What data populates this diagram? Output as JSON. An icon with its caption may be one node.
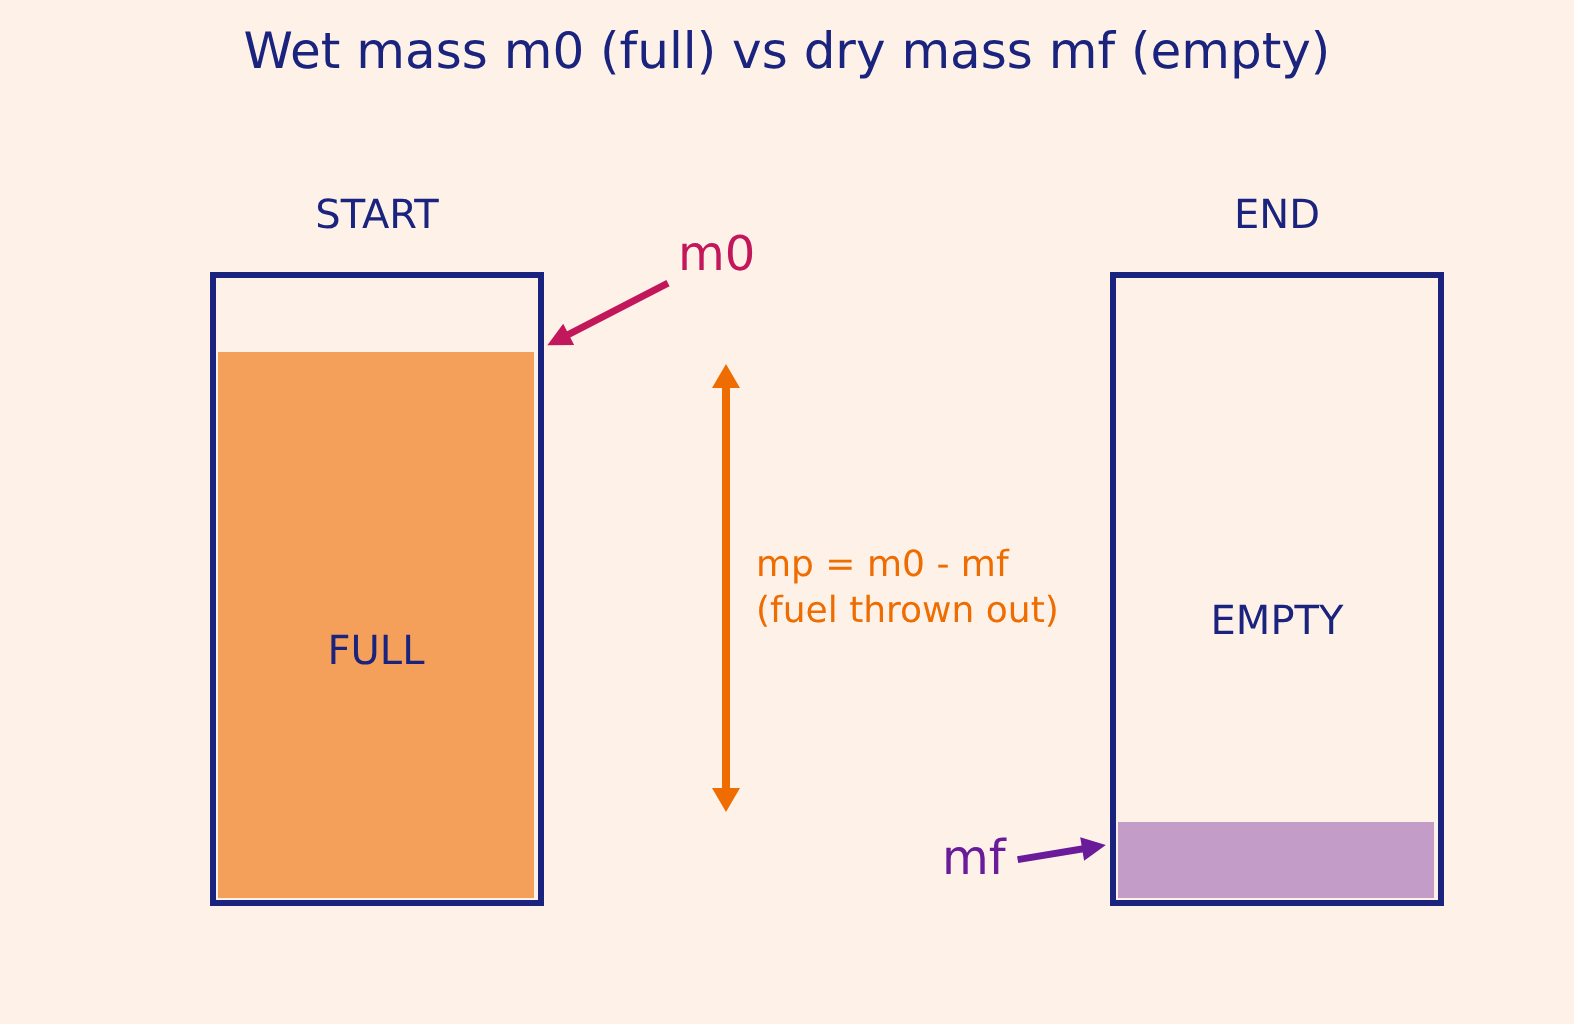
{
  "diagram": {
    "title": "Wet mass m0 (full) vs dry mass mf (empty)",
    "nodes": [
      {
        "text": [
          "START"
        ]
      },
      {
        "text": [
          "FULL"
        ],
        "in": 0
      },
      {
        "text": [
          "END",
          "EMPTY"
        ]
      },
      {
        "text": [],
        "shape": "bar",
        "in": 2
      },
      {
        "text": [
          "m0"
        ]
      },
      {
        "text": [
          "mf"
        ]
      }
    ],
    "edges": [
      {
        "from": 4,
        "to": 0,
        "arrow": "to",
        "color": "#c2185b"
      },
      {
        "from": 5,
        "to": 2,
        "arrow": "to",
        "color": "#6a1b9a"
      }
    ],
    "labels": [
      "mp = m0 - mf (fuel thrown out)"
    ]
  }
}
